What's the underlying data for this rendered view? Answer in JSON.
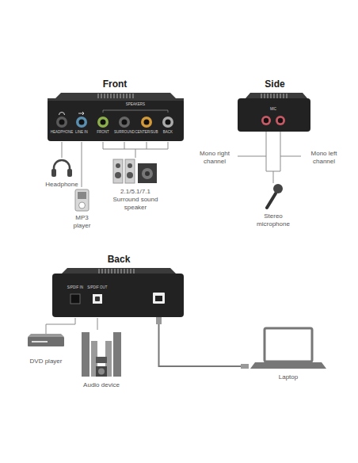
{
  "diagram": {
    "labels": [
      "Front",
      "HEADPHONE",
      "LINE IN",
      "SPEAKERS",
      "FRONT",
      "SURROUND",
      "CENTER/SUB",
      "BACK",
      "Headphone",
      "MP3 player",
      "2.1/5.1/7.1 Surround sound speaker",
      "Side",
      "MIC",
      "Mono right channel",
      "Mono left channel",
      "Stereo microphone",
      "Back",
      "S/PDIF IN",
      "S/PDIF OUT",
      "DVD player",
      "Audio device",
      "Laptop"
    ]
  }
}
